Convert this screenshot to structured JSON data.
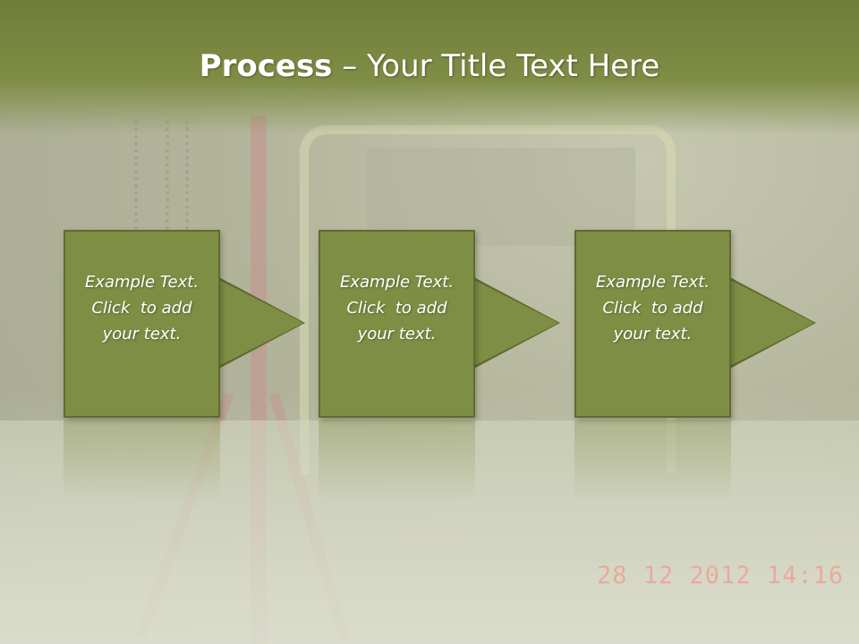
{
  "slide": {
    "title_bold": "Process",
    "title_rest": " – Your Title Text Here"
  },
  "steps": [
    {
      "line1": "Example Text.",
      "line2": "Click  to add",
      "line3": "your text."
    },
    {
      "line1": "Example Text.",
      "line2": "Click  to add",
      "line3": "your text."
    },
    {
      "line1": "Example Text.",
      "line2": "Click  to add",
      "line3": "your text."
    }
  ],
  "photo": {
    "timestamp": "28 12 2012 14:16"
  },
  "colors": {
    "accent": "#7f8e45",
    "accent_border": "#5f6b2e",
    "title_band": "#7a873f"
  }
}
